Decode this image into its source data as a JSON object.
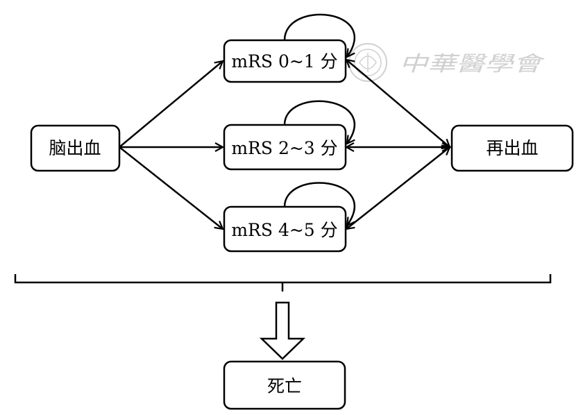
{
  "nodes": {
    "ich": "脑出血",
    "mrs01": "mRS 0~1 分",
    "mrs23": "mRS 2~3 分",
    "mrs45": "mRS 4~5 分",
    "rebleed": "再出血",
    "death": "死亡"
  },
  "watermark": {
    "text": "中華醫學會"
  },
  "colors": {
    "stroke": "#000000",
    "background": "#ffffff",
    "watermark": "#c8c8c8"
  }
}
